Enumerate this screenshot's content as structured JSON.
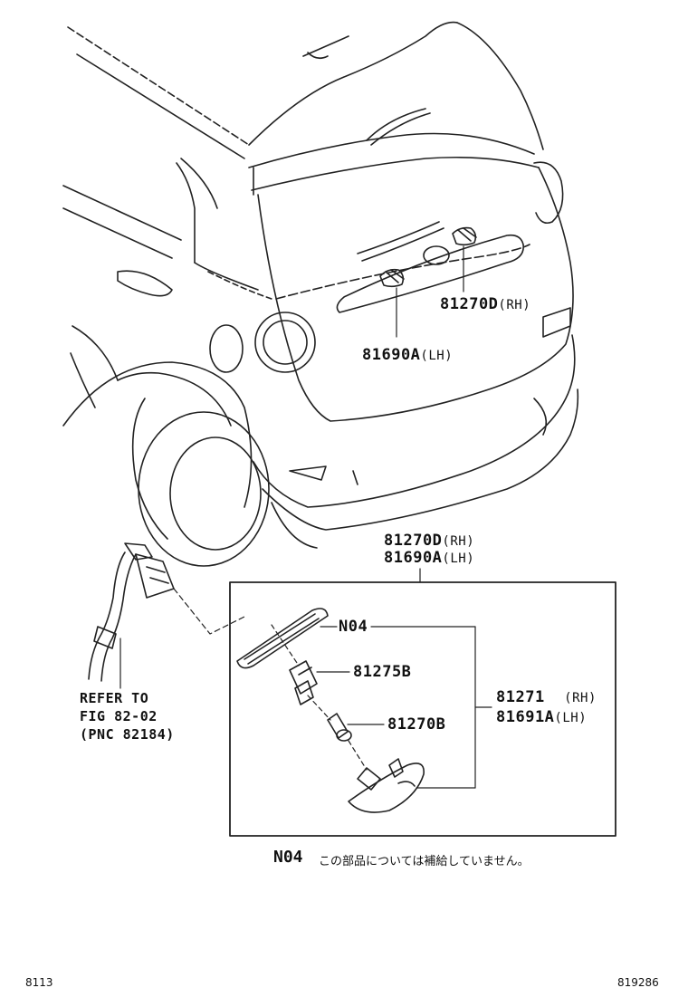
{
  "car_callouts": {
    "rh_part": "81270D",
    "rh_side": "(RH)",
    "lh_part": "81690A",
    "lh_side": "(LH)"
  },
  "box_header": {
    "line1_part": "81270D",
    "line1_side": "(RH)",
    "line2_part": "81690A",
    "line2_side": "(LH)"
  },
  "box_parts": {
    "lens": "N04",
    "socket": "81275B",
    "bulb": "81270B",
    "assy_rh_part": "81271",
    "assy_rh_side": "(RH)",
    "assy_lh_part": "81691A",
    "assy_lh_side": "(LH)"
  },
  "refer": {
    "line1": "REFER TO",
    "line2": "FIG 82-02",
    "line3": "(PNC 82184)"
  },
  "note": {
    "code": "N04",
    "text": "この部品については補給していません。"
  },
  "footer": {
    "left": "8113",
    "right": "819286"
  },
  "icons": [
    "car-rear-illustration",
    "license-lamp-lens",
    "bulb-socket",
    "bulb",
    "lamp-housing",
    "wire-harness-connector"
  ]
}
